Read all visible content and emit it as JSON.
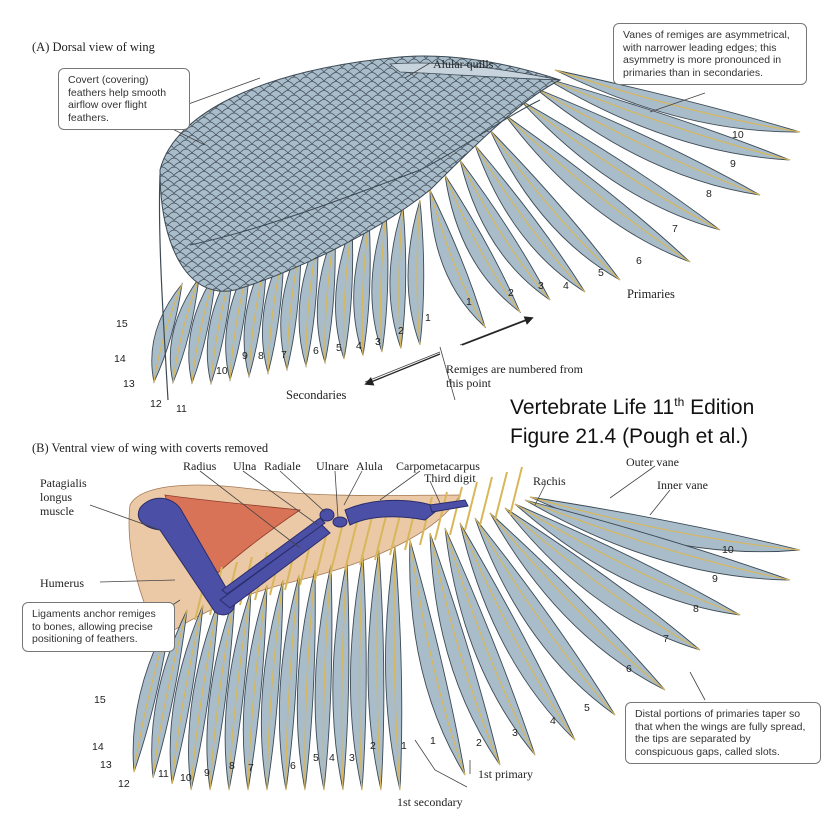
{
  "panel_a": {
    "title": "(A) Dorsal view of wing",
    "callout_coverts": "Covert (covering) feathers help smooth airflow over flight feathers.",
    "callout_vanes": "Vanes of remiges are asymmetrical, with narrower leading edges; this asymmetry is more pronounced in primaries than in secondaries.",
    "alular_quills": "Alular quills",
    "primaries": "Primaries",
    "secondaries": "Secondaries",
    "numbered_note": "Remiges are numbered from this point",
    "primary_numbers": [
      "1",
      "2",
      "3",
      "4",
      "5",
      "6",
      "7",
      "8",
      "9",
      "10"
    ],
    "secondary_numbers": [
      "1",
      "2",
      "3",
      "4",
      "5",
      "6",
      "7",
      "8",
      "9",
      "10",
      "11",
      "12",
      "13",
      "14",
      "15"
    ]
  },
  "credit": {
    "line1_pre": "Vertebrate Life 11",
    "line1_sup": "th",
    "line1_post": " Edition",
    "line2": "Figure 21.4 (Pough et al.)"
  },
  "panel_b": {
    "title": "(B) Ventral view of wing with coverts removed",
    "labels": {
      "radius": "Radius",
      "ulna": "Ulna",
      "radiale": "Radiale",
      "ulnare": "Ulnare",
      "alula": "Alula",
      "carpometacarpus": "Carpometacarpus",
      "third_digit": "Third digit",
      "rachis": "Rachis",
      "outer_vane": "Outer vane",
      "inner_vane": "Inner vane",
      "patagialis": "Patagialis longus muscle",
      "humerus": "Humerus",
      "first_primary": "1st primary",
      "first_secondary": "1st secondary"
    },
    "callout_ligaments": "Ligaments anchor remiges to bones, allowing precise positioning of feathers.",
    "callout_slots": "Distal portions of primaries taper so that when the wings are fully spread, the tips are separated by conspicuous gaps, called slots.",
    "primary_numbers": [
      "1",
      "2",
      "3",
      "4",
      "5",
      "6",
      "7",
      "8",
      "9",
      "10"
    ],
    "secondary_numbers": [
      "1",
      "2",
      "3",
      "4",
      "5",
      "6",
      "7",
      "8",
      "9",
      "10",
      "11",
      "12",
      "13",
      "14",
      "15"
    ]
  },
  "colors": {
    "feather": "#a9bcc9",
    "feather_edge": "#3c4a55",
    "rachis": "#d8b75a",
    "bone": "#4b4fa6",
    "muscle": "#d97358",
    "skin": "#ecc9a6"
  }
}
